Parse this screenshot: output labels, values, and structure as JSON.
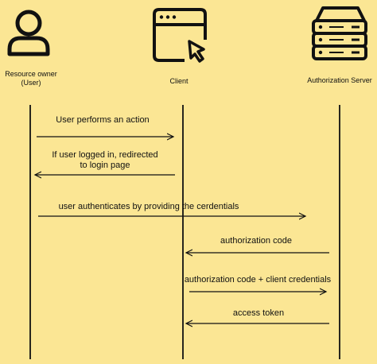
{
  "colors": {
    "background": "#FBE694",
    "ink": "#111111"
  },
  "actors": [
    {
      "id": "owner",
      "icon": "user-icon",
      "label_line1": "Resource owner",
      "label_line2": "(User)"
    },
    {
      "id": "client",
      "icon": "browser-window-cursor-icon",
      "label": "Client"
    },
    {
      "id": "auth",
      "icon": "server-rack-icon",
      "label": "Authorization Server"
    }
  ],
  "messages": [
    {
      "from": "owner",
      "to": "client",
      "text": "User performs an action"
    },
    {
      "from": "client",
      "to": "owner",
      "text_line1": "If user logged in, redirected",
      "text_line2": "to login page"
    },
    {
      "from": "owner",
      "to": "auth",
      "text": "user authenticates by providing the cerdentials"
    },
    {
      "from": "auth",
      "to": "client",
      "text": "authorization code"
    },
    {
      "from": "client",
      "to": "auth",
      "text": "authorization code + client credentials"
    },
    {
      "from": "auth",
      "to": "client",
      "text": "access token"
    }
  ]
}
